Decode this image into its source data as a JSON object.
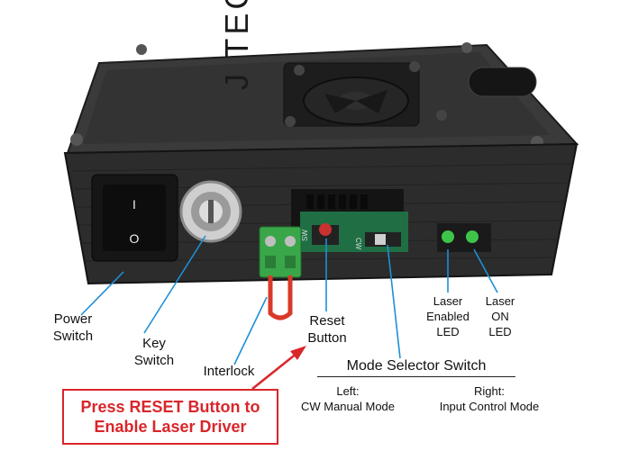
{
  "labels": {
    "power_switch": [
      "Power",
      "Switch"
    ],
    "key_switch": [
      "Key",
      "Switch"
    ],
    "interlock": "Interlock",
    "reset_button": [
      "Reset",
      "Button"
    ],
    "laser_enabled_led": [
      "Laser",
      "Enabled",
      "LED"
    ],
    "laser_on_led": [
      "Laser",
      "ON",
      "LED"
    ]
  },
  "mode_selector": {
    "title": "Mode Selector Switch",
    "left": [
      "Left:",
      "CW Manual Mode"
    ],
    "right": [
      "Right:",
      "Input Control Mode"
    ]
  },
  "callout": [
    "Press RESET Button to",
    "Enable Laser Driver"
  ],
  "device": {
    "brand_text": "J TECH",
    "switch_symbols": [
      "I",
      "O"
    ],
    "board_text": [
      "SW",
      "CW"
    ]
  },
  "colors": {
    "case": "#2a2a2a",
    "callout": "#d9262b",
    "pointer_lines": "#1e8fd6",
    "led": "#3fc44a",
    "terminal": "#3aa64a",
    "reset_cap": "#c8322f"
  }
}
